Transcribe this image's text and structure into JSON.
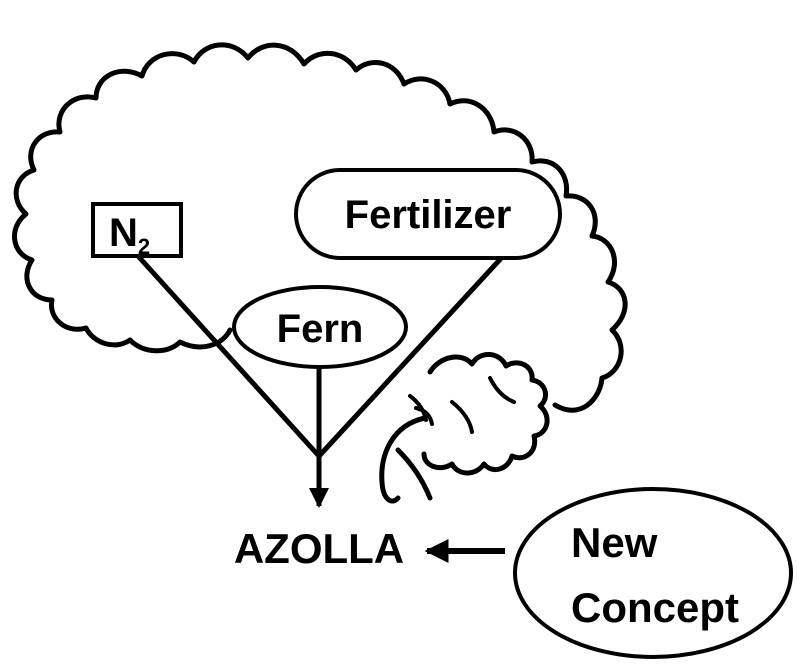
{
  "nodes": {
    "n2": {
      "symbol": "N",
      "subscript": "2"
    },
    "fertilizer": {
      "label": "Fertilizer"
    },
    "fern": {
      "label": "Fern"
    },
    "azolla": {
      "label": "AZOLLA"
    },
    "new_concept": {
      "line1": "New",
      "line2": "Concept"
    }
  },
  "colors": {
    "ink": "#000000",
    "background": "#ffffff"
  }
}
